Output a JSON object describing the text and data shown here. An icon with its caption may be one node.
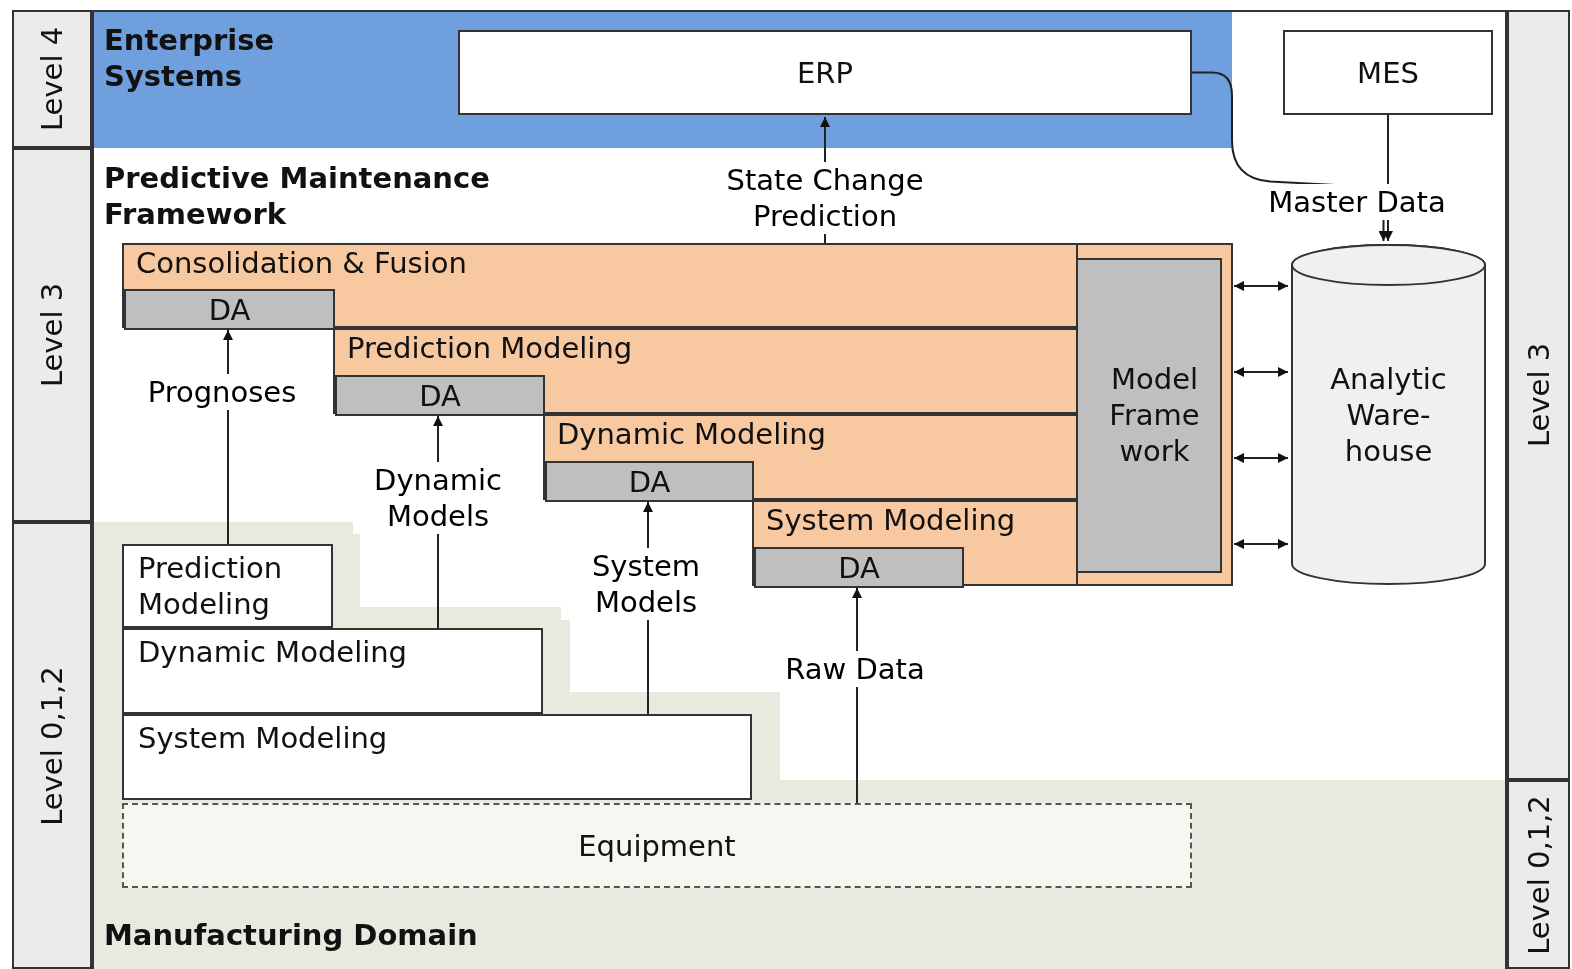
{
  "diagram": {
    "nodes": [
      {
        "text": [
          "Enterprise Systems"
        ]
      },
      {
        "text": [
          "ERP"
        ],
        "in": 0
      },
      {
        "text": [
          "MES"
        ]
      },
      {
        "text": [
          "Predictive Maintenance Framework"
        ]
      },
      {
        "text": [
          "Consolidation & Fusion"
        ],
        "in": 3
      },
      {
        "text": [
          "DA"
        ],
        "in": 4
      },
      {
        "text": [
          "Prediction Modeling"
        ],
        "in": 3
      },
      {
        "text": [
          "DA"
        ],
        "in": 6
      },
      {
        "text": [
          "Dynamic Modeling"
        ],
        "in": 3
      },
      {
        "text": [
          "DA"
        ],
        "in": 8
      },
      {
        "text": [
          "System Modeling"
        ],
        "in": 3
      },
      {
        "text": [
          "DA"
        ],
        "in": 10
      },
      {
        "text": [
          "Model Frame work"
        ],
        "in": 3
      },
      {
        "text": [
          "Analytic Ware- house"
        ],
        "in": 3
      },
      {
        "text": [
          "Manufacturing Domain"
        ]
      },
      {
        "text": [
          "Prediction Modeling"
        ],
        "in": 14
      },
      {
        "text": [
          "Dynamic Modeling"
        ],
        "in": 14
      },
      {
        "text": [
          "System Modeling"
        ],
        "in": 14
      },
      {
        "text": [
          "Equipment"
        ],
        "in": 14
      },
      {
        "text": [
          "Level 4"
        ]
      },
      {
        "text": [
          "Level 3"
        ]
      },
      {
        "text": [
          "Level 0,1,2"
        ]
      },
      {
        "text": [
          "Level 3"
        ]
      },
      {
        "text": [
          "Level 0,1,2"
        ]
      }
    ],
    "edges": [
      {
        "from": 4,
        "to": 1,
        "arrow": "to",
        "label": "State Change Prediction"
      },
      {
        "from": 1,
        "to": 13,
        "arrow": "to",
        "label": "Master Data"
      },
      {
        "from": 2,
        "to": 13,
        "arrow": "to"
      },
      {
        "from": 12,
        "to": 13,
        "arrow": "both"
      },
      {
        "from": 12,
        "to": 13,
        "arrow": "both"
      },
      {
        "from": 12,
        "to": 13,
        "arrow": "both"
      },
      {
        "from": 12,
        "to": 13,
        "arrow": "both"
      },
      {
        "from": 15,
        "to": 5,
        "arrow": "to",
        "label": "Prognoses"
      },
      {
        "from": 16,
        "to": 7,
        "arrow": "to",
        "label": "Dynamic Models"
      },
      {
        "from": 17,
        "to": 9,
        "arrow": "to",
        "label": "System Models"
      },
      {
        "from": 18,
        "to": 11,
        "arrow": "to",
        "label": "Raw Data"
      }
    ]
  }
}
